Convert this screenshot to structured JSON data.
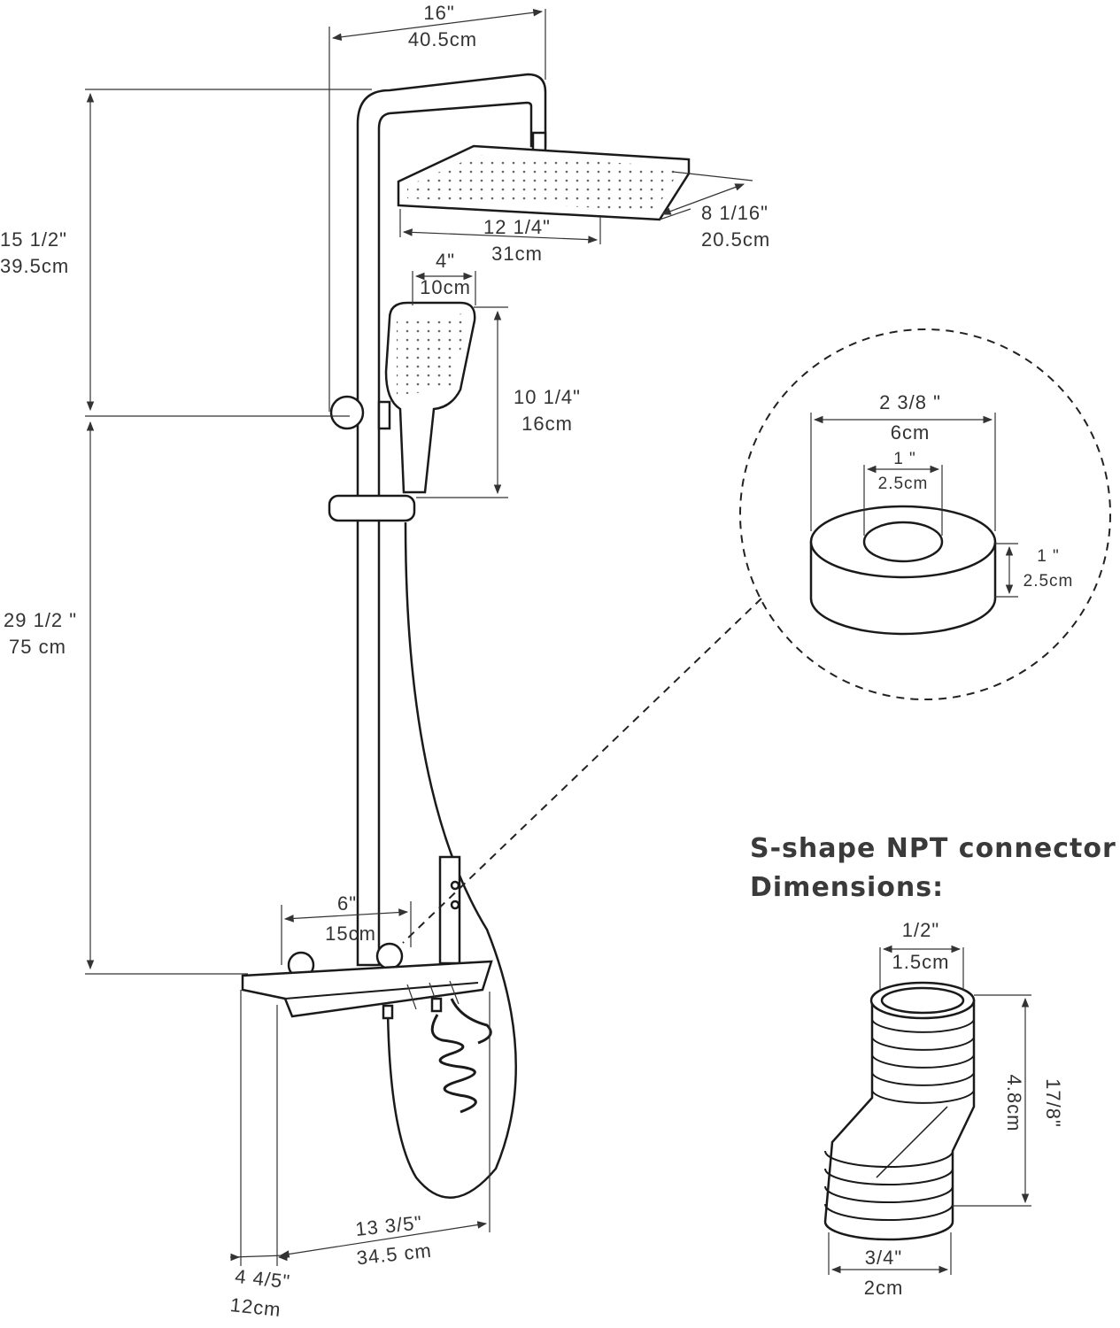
{
  "shower_dimensions": {
    "top_width": {
      "in": "16\"",
      "cm": "40.5cm"
    },
    "upper_height": {
      "in": "15 1/2\"",
      "cm": "39.5cm"
    },
    "lower_height": {
      "in": "29 1/2 \"",
      "cm": "75 cm"
    },
    "head_width": {
      "in": "12 1/4\"",
      "cm": "31cm"
    },
    "head_depth": {
      "in": "8 1/16\"",
      "cm": "20.5cm"
    },
    "handheld_width": {
      "in": "4\"",
      "cm": "10cm"
    },
    "handheld_length": {
      "in": "10 1/4\"",
      "cm": "16cm"
    },
    "valve_spacing": {
      "in": "6\"",
      "cm": "15cm"
    },
    "shelf_length": {
      "in": "13 3/5\"",
      "cm": "34.5 cm"
    },
    "shelf_depth": {
      "in": "4 4/5\"",
      "cm": "12cm"
    }
  },
  "ring_detail": {
    "outer_diameter": {
      "in": "2 3/8 \"",
      "cm": "6cm"
    },
    "inner_diameter": {
      "in": "1 \"",
      "cm": "2.5cm"
    },
    "thickness": {
      "in": "1 \"",
      "cm": "2.5cm"
    }
  },
  "connector": {
    "title_line1": "S-shape NPT connector",
    "title_line2": "Dimensions:",
    "top_diameter": {
      "in": "1/2\"",
      "cm": "1.5cm"
    },
    "height": {
      "in": "17/8\"",
      "cm": "4.8cm"
    },
    "bottom_diameter": {
      "in": "3/4\"",
      "cm": "2cm"
    }
  }
}
